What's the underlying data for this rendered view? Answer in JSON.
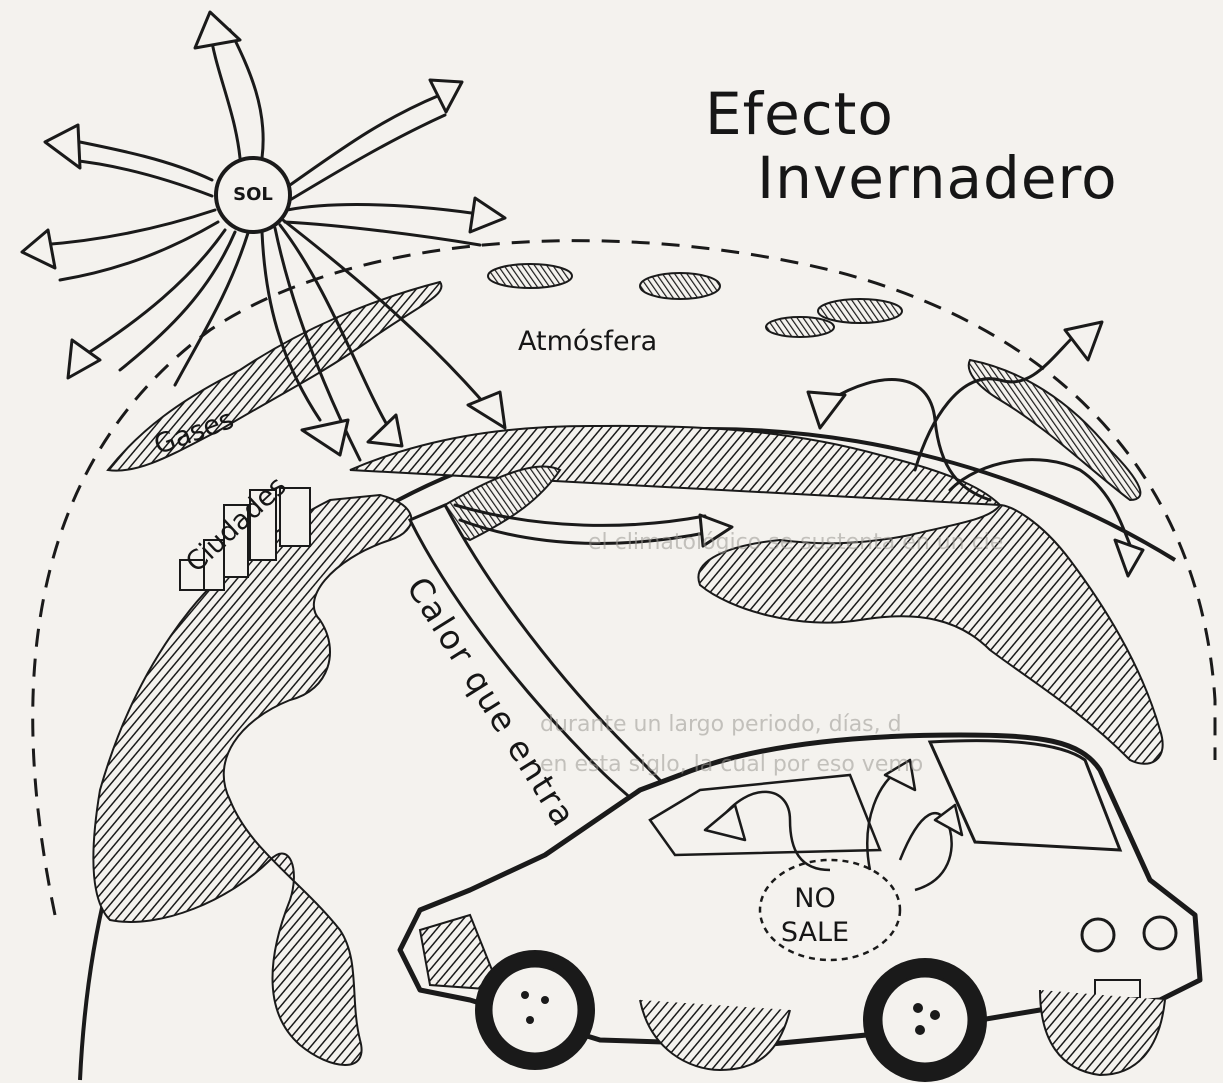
{
  "title": {
    "line1": "Efecto",
    "line2": "Invernadero"
  },
  "labels": {
    "sun": "SOL",
    "atmosphere": "Atmósfera",
    "gases": "Gases",
    "cities": "Ciudades",
    "heat_in": "Calor que entra",
    "no_sale_1": "NO",
    "no_sale_2": "SALE"
  },
  "background_text": [
    "el climatológico se sustenta en un cie",
    "durante un largo periodo, días, d",
    "en esta siglo, la cual por eso vemo"
  ],
  "colors": {
    "ink": "#161616",
    "paper": "#f4f2ee",
    "faded_text": "#9b9893"
  }
}
